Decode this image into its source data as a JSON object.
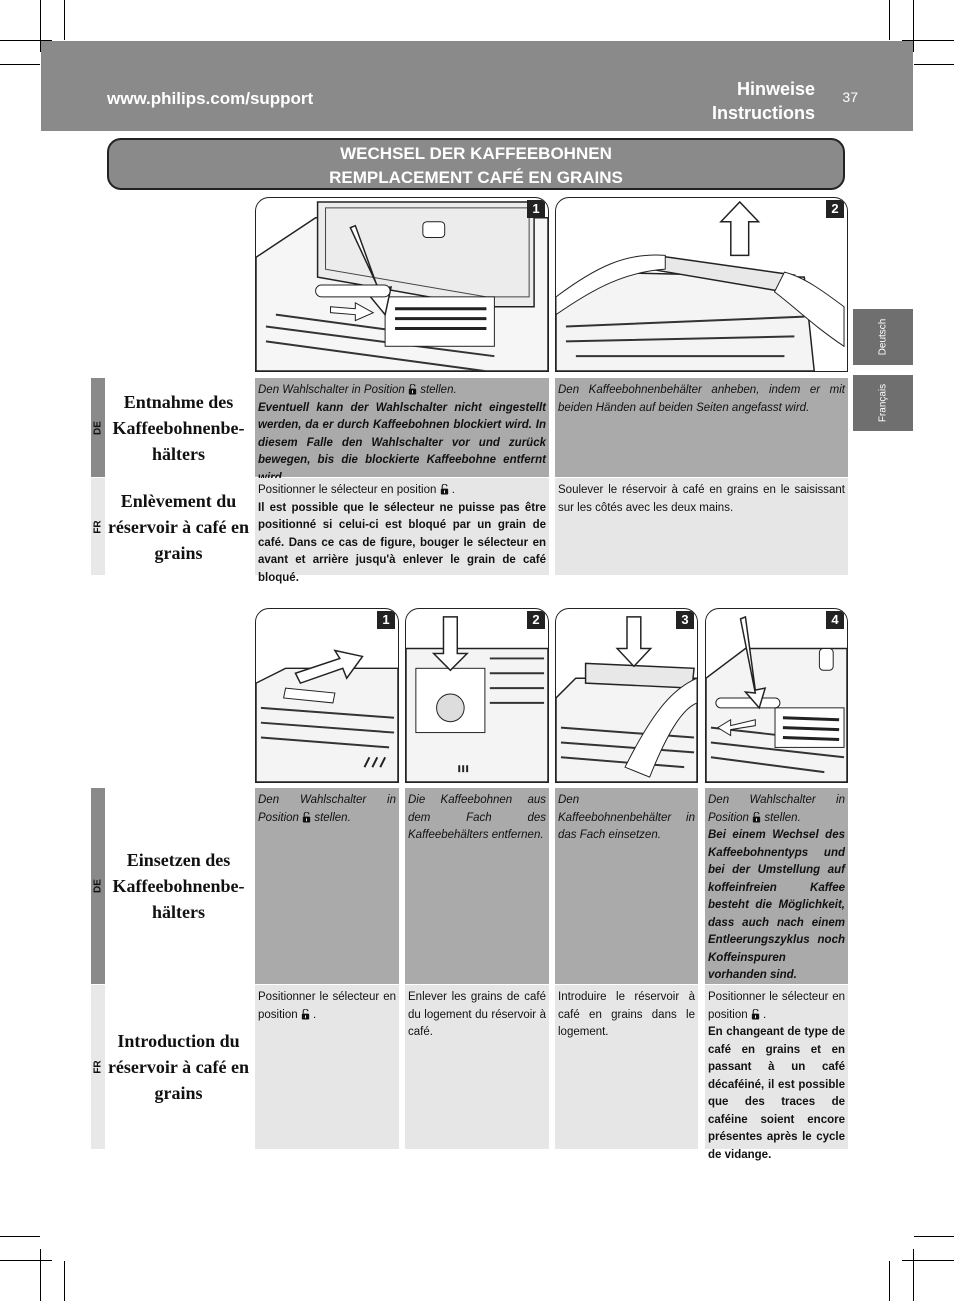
{
  "header": {
    "url": "www.philips.com/support",
    "title_de": "Hinweise",
    "title_fr": "Instructions",
    "page_number": "37"
  },
  "title": {
    "line1": "WECHSEL DER KAFFEEBOHNEN",
    "line2": "REMPLACEMENT CAFÉ EN GRAINS"
  },
  "side_tabs": [
    "Deutsch",
    "Français"
  ],
  "section1": {
    "steps": [
      "1",
      "2"
    ],
    "de_code": "DE",
    "fr_code": "FR",
    "de_title": "Entnahme des Kaffeebohnenbe-hälters",
    "fr_title": "Enlèvement du réservoir à café en grains",
    "de_cells": [
      {
        "text": "Den Wahlschalter in Position",
        "text_after": "stellen.",
        "bold": "Eventuell kann der Wahlschalter nicht eingestellt werden, da er durch Kaffeebohnen blockiert wird. In diesem Falle den Wahlschalter vor und zurück bewegen, bis die blockierte Kaffeebohne entfernt wird."
      },
      {
        "text": "Den Kaffeebohnenbehälter anheben, indem er mit beiden Händen auf beiden Seiten angefasst wird."
      }
    ],
    "fr_cells": [
      {
        "text": "Positionner le sélecteur en position",
        "text_after": ".",
        "bold": "Il est possible que le sélecteur ne puisse pas être positionné si celui-ci est bloqué par un grain de café. Dans ce cas de figure, bouger le sélecteur en avant et arrière jusqu'à enlever le grain de café bloqué."
      },
      {
        "text": "Soulever le réservoir à café en grains en le saisissant sur les côtés avec les deux mains."
      }
    ]
  },
  "section2": {
    "steps": [
      "1",
      "2",
      "3",
      "4"
    ],
    "de_code": "DE",
    "fr_code": "FR",
    "de_title": "Einsetzen des Kaffeebohnenbe-hälters",
    "fr_title": "Introduction du réservoir à café en grains",
    "de_cells": [
      {
        "text": "Den Wahlschalter in Position",
        "text_after": "stellen."
      },
      {
        "text": "Die Kaffeebohnen aus dem Fach des Kaffeebehälters entfernen."
      },
      {
        "text": "Den Kaffeebohnenbehälter in das Fach einsetzen."
      },
      {
        "text": "Den Wahlschalter in Position",
        "text_after": "stellen.",
        "bold": "Bei einem Wechsel des Kaffeebohnentyps und bei der Umstellung auf koffeinfreien Kaffee besteht die Möglichkeit, dass auch nach einem Entleerungszyklus noch Koffeinspuren vorhanden sind."
      }
    ],
    "fr_cells": [
      {
        "text": "Positionner le sélecteur en position",
        "text_after": "."
      },
      {
        "text": "Enlever les grains de café du logement du réservoir à café."
      },
      {
        "text": "Introduire le réservoir à café en grains dans le logement."
      },
      {
        "text": "Positionner le sélecteur en position",
        "text_after": ".",
        "bold": "En changeant de type de café en grains et en passant à un café décaféiné, il est possible que des traces de caféine soient encore présentes après le cycle de vidange."
      }
    ]
  }
}
